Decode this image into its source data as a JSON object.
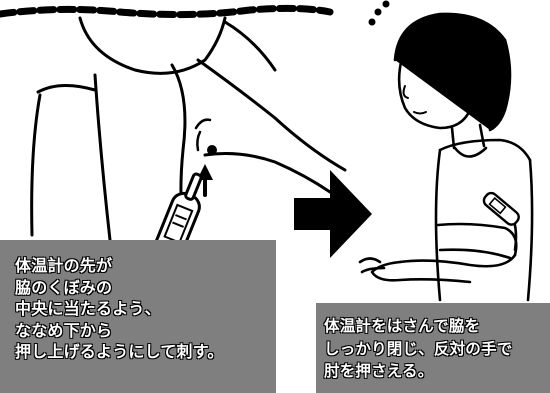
{
  "captions": {
    "left": [
      "体温計の先が",
      "脇のくぼみの",
      "中央に当たるよう、",
      "ななめ下から",
      "押し上げるようにして刺す。"
    ],
    "right": [
      "体温計をはさんで脇を",
      "しっかり閉じ、反対の手で",
      "肘を押さえる。"
    ]
  },
  "colors": {
    "caption_bg": "#7f7f7f",
    "caption_text": "#ffffff",
    "ink": "#000000",
    "paper": "#ffffff"
  },
  "icons": {
    "direction": "right-arrow-icon",
    "sound_marks": "ellipsis-dots-icon"
  }
}
